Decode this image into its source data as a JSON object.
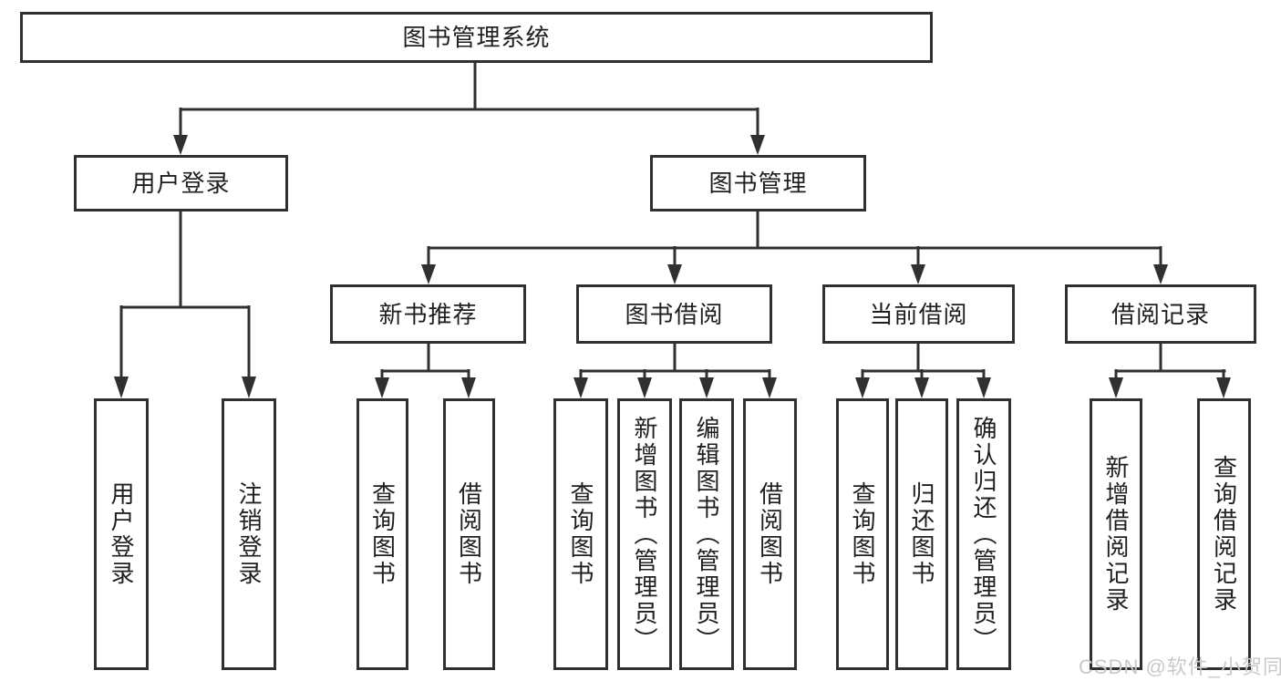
{
  "diagram_title": "图书管理系统",
  "colors": {
    "line": "#303030",
    "box_border": "#303030",
    "text": "#1f1f1f",
    "background": "#ffffff",
    "watermark": "#c9c9c9"
  },
  "tree": {
    "root": {
      "label": "图书管理系统",
      "children": [
        {
          "label": "用户登录",
          "children": [
            {
              "label": "用户登录"
            },
            {
              "label": "注销登录"
            }
          ]
        },
        {
          "label": "图书管理",
          "children": [
            {
              "label": "新书推荐",
              "children": [
                {
                  "label": "查询图书"
                },
                {
                  "label": "借阅图书"
                }
              ]
            },
            {
              "label": "图书借阅",
              "children": [
                {
                  "label": "查询图书"
                },
                {
                  "label": "新增图书（管理员）"
                },
                {
                  "label": "编辑图书（管理员）"
                },
                {
                  "label": "借阅图书"
                }
              ]
            },
            {
              "label": "当前借阅",
              "children": [
                {
                  "label": "查询图书"
                },
                {
                  "label": "归还图书"
                },
                {
                  "label": "确认归还（管理员）"
                }
              ]
            },
            {
              "label": "借阅记录",
              "children": [
                {
                  "label": "新增借阅记录"
                },
                {
                  "label": "查询借阅记录"
                }
              ]
            }
          ]
        }
      ]
    }
  },
  "watermark": {
    "text": "CSDN @软件_小贺同学"
  }
}
